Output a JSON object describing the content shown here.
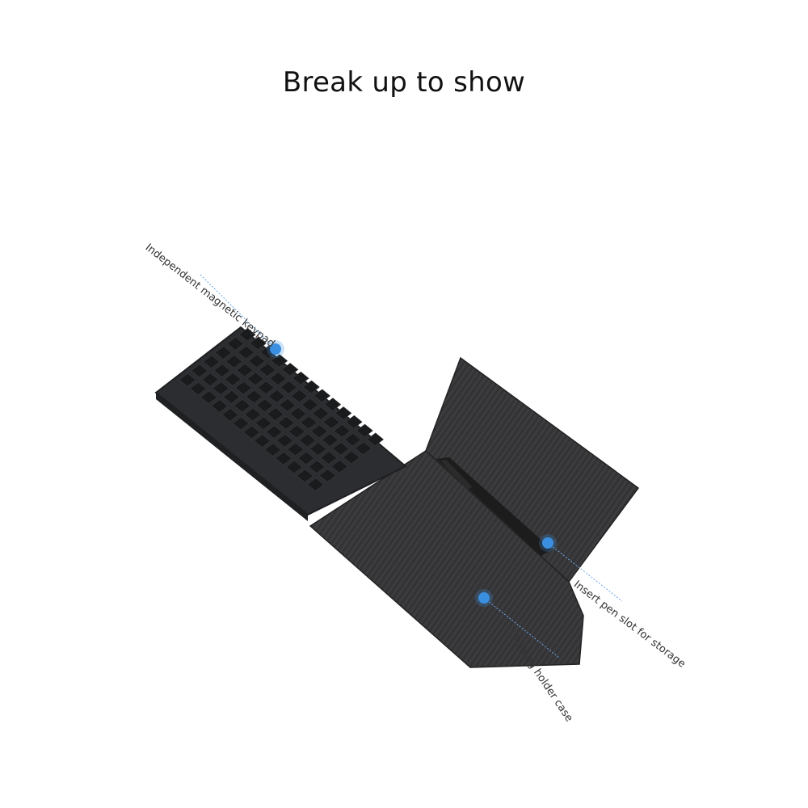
{
  "title": "Break up to show",
  "callouts": {
    "keyboard": "Independent magnetic keypad",
    "pen_slot": "Insert pen slot for storage",
    "case": "Folding holder case"
  },
  "colors": {
    "marker": "#3b8fe0",
    "leader": "#6aa8e8",
    "keyboard_body": "#2c2d30",
    "case_body": "#3a3a3c"
  }
}
